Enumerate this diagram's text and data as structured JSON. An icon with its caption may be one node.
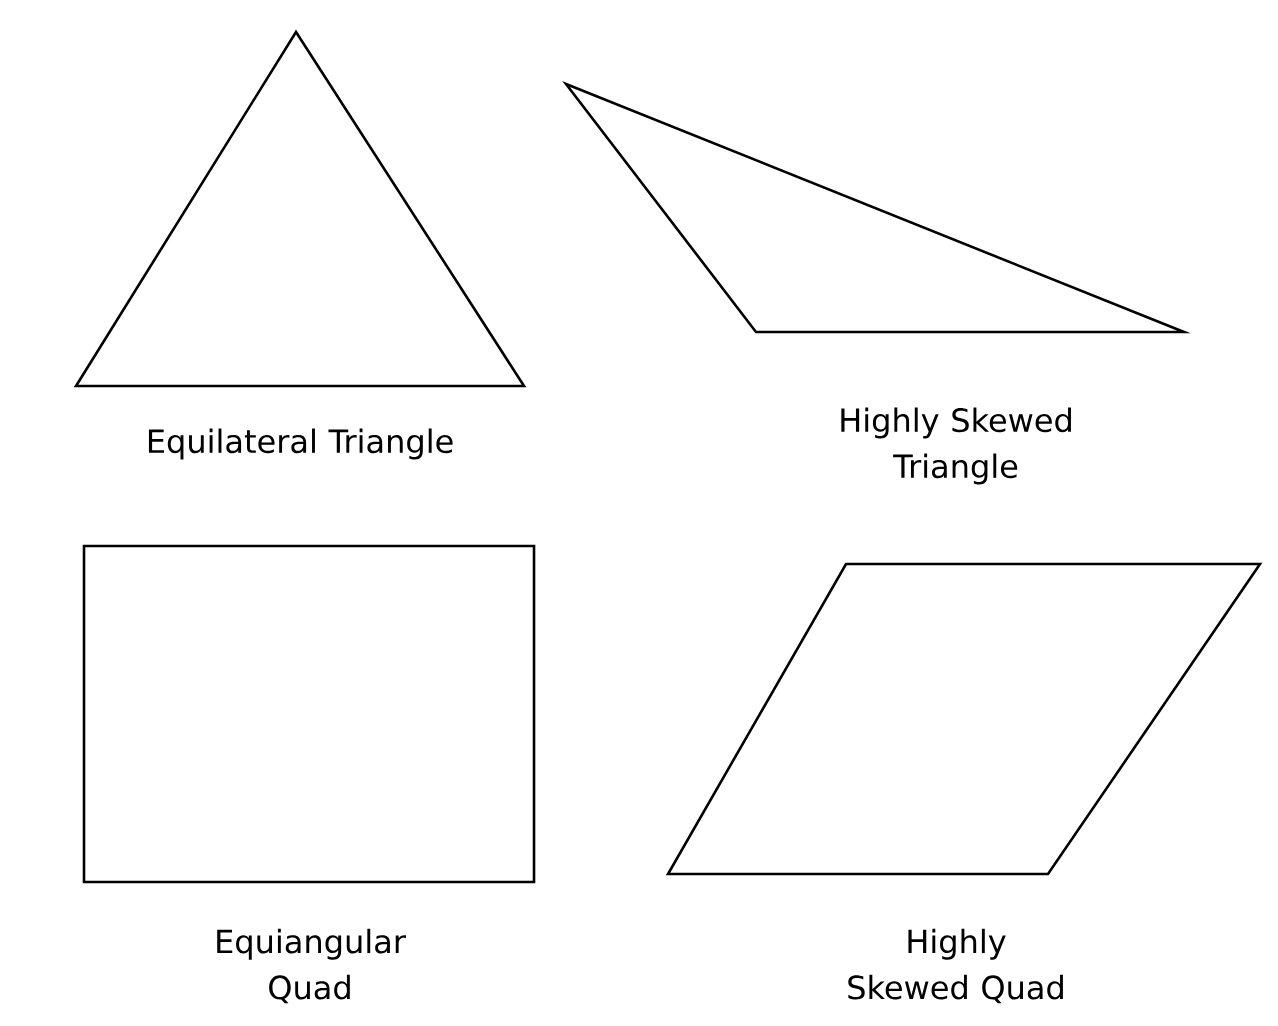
{
  "diagram": {
    "nodes": [
      {
        "text": [
          "Equilateral Triangle"
        ]
      },
      {
        "text": [
          "Highly Skewed Triangle"
        ]
      },
      {
        "text": [
          "Equiangular Quad"
        ]
      },
      {
        "text": [
          "Highly Skewed Quad"
        ]
      }
    ]
  }
}
